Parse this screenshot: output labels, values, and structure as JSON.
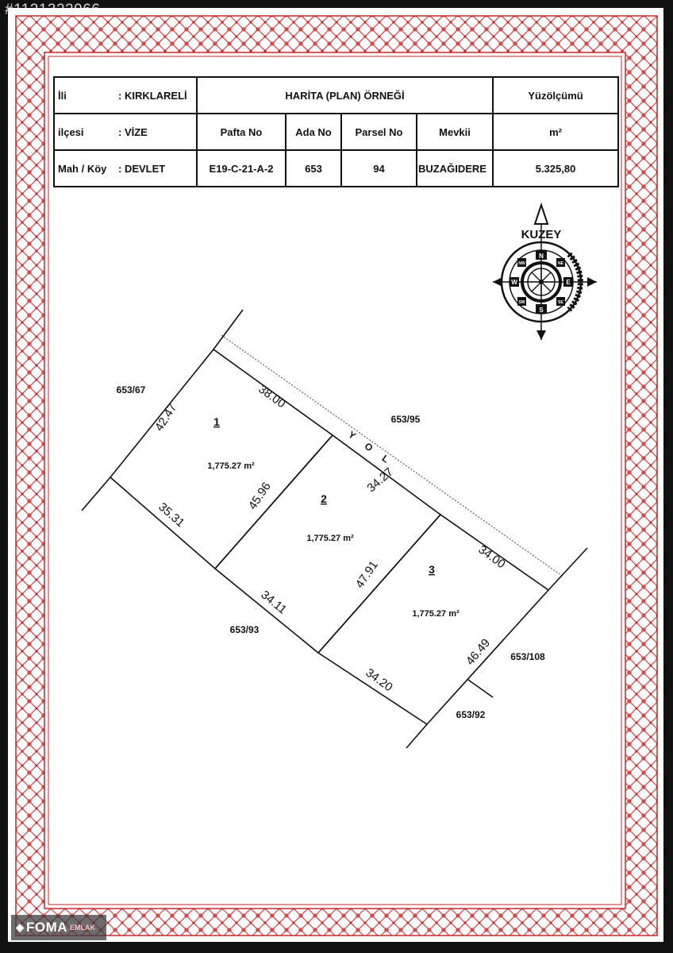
{
  "photo_id": "#1121322966",
  "header": {
    "il_label": "İli",
    "il_value": ": KIRKLARELİ",
    "ilce_label": "ilçesi",
    "ilce_value": ": VİZE",
    "mah_label": "Mah / Köy",
    "mah_value": ": DEVLET",
    "title": "HARİTA (PLAN) ÖRNEĞİ",
    "area_title": "Yüzölçümü",
    "area_unit": "m²",
    "cols": [
      "Pafta No",
      "Ada No",
      "Parsel No",
      "Mevkii"
    ],
    "values": [
      "E19-C-21-A-2",
      "653",
      "94",
      "BUZAĞIDERE"
    ],
    "area_value": "5.325,80"
  },
  "compass": {
    "label": "KUZEY",
    "n": "N",
    "s": "S",
    "e": "E",
    "w": "W",
    "nw": "NW",
    "ne": "NE",
    "sw": "SW",
    "se": "SE"
  },
  "road_label": "Y O L",
  "parcels": [
    {
      "number": "1",
      "area": "1,775.27 m²"
    },
    {
      "number": "2",
      "area": "1,775.27 m²"
    },
    {
      "number": "3",
      "area": "1,775.27 m²"
    }
  ],
  "dimensions": {
    "d1": "38.00",
    "d2": "42.47",
    "d3": "35.31",
    "d4": "45.96",
    "d5": "34.27",
    "d6": "34.11",
    "d7": "47.91",
    "d8": "34.00",
    "d9": "34.20",
    "d10": "46.49"
  },
  "neighbors": {
    "n1": "653/67",
    "n2": "653/95",
    "n3": "653/93",
    "n4": "653/108",
    "n5": "653/92"
  },
  "watermark": {
    "brand": "FOMA",
    "sub": "EMLAK"
  },
  "colors": {
    "border": "#c62828",
    "ink": "#111111"
  }
}
